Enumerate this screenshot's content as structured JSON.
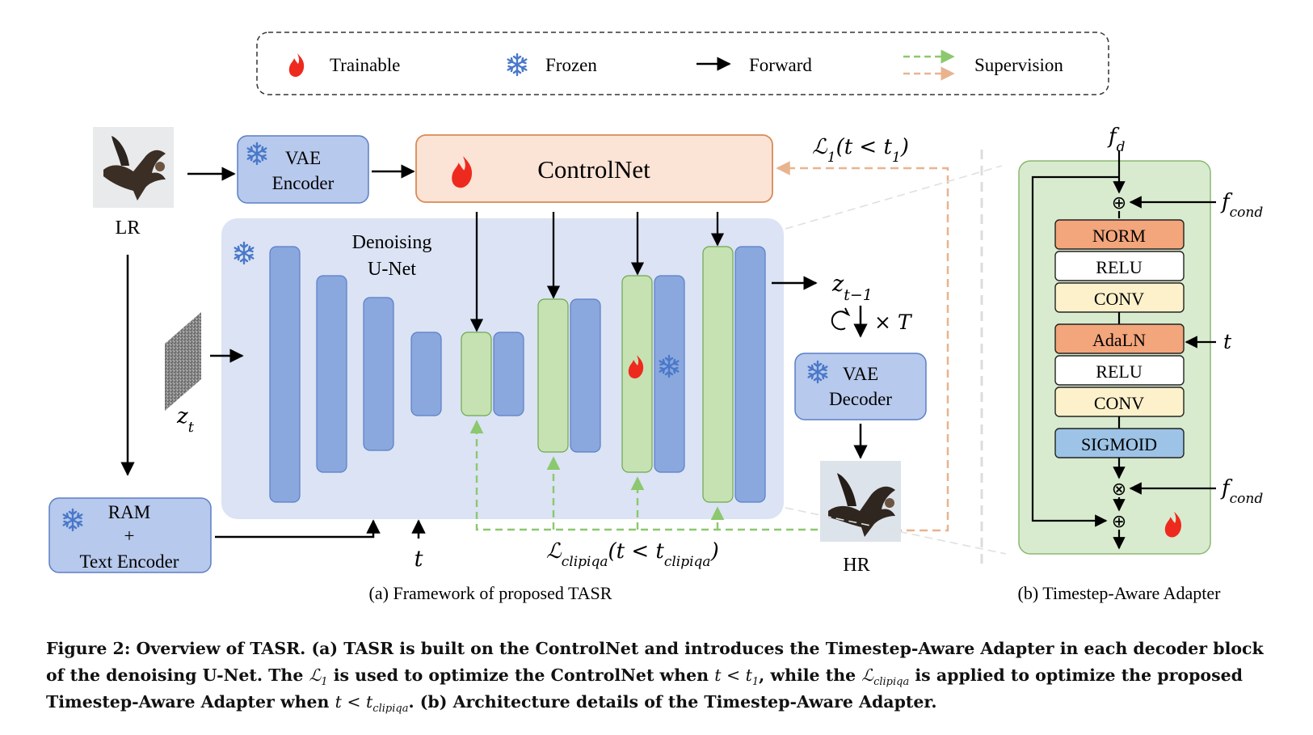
{
  "legend": {
    "trainable": "Trainable",
    "frozen": "Frozen",
    "forward": "Forward",
    "supervision": "Supervision"
  },
  "inputs": {
    "lr": "LR",
    "hr": "HR",
    "zt_base": "z",
    "zt_sub": "t",
    "t_symbol": "t",
    "z_prev_base": "z",
    "z_prev_sub": "t−1",
    "times_T": "× T"
  },
  "blocks": {
    "vae_encoder": [
      "VAE",
      "Encoder"
    ],
    "controlnet": "ControlNet",
    "unet": [
      "Denoising",
      "U-Net"
    ],
    "vae_decoder": [
      "VAE",
      "Decoder"
    ],
    "ram": [
      "RAM",
      "+",
      "Text Encoder"
    ]
  },
  "losses": {
    "l1": "ℒ",
    "l1_sub": "1",
    "l1_cond": "(t < t",
    "l1_cond_sub": "1",
    "l1_close": ")",
    "clip": "ℒ",
    "clip_sub": "clipiqa",
    "clip_cond": "(t < t",
    "clip_cond_sub": "clipiqa",
    "clip_close": ")"
  },
  "adapter": {
    "fd_base": "f",
    "fd_sub": "d",
    "fcond_base": "f",
    "fcond_sub": "cond",
    "t_symbol": "t",
    "layers": [
      "NORM",
      "RELU",
      "CONV",
      "AdaLN",
      "RELU",
      "CONV",
      "SIGMOID"
    ],
    "plus": "⊕",
    "times": "⊗"
  },
  "subcaptions": {
    "a": "(a) Framework of proposed TASR",
    "b": "(b) Timestep-Aware Adapter"
  },
  "caption": {
    "p1": "Figure 2: Overview of TASR. (a) TASR is built on the ControlNet and introduces the Timestep-Aware Adapter in each decoder block of the denoising U-Net. The ",
    "m1": "ℒ",
    "m1_sub": "1",
    "p2": " is used to optimize the ControlNet when ",
    "m2": "t < t",
    "m2_sub": "1",
    "p3": ", while the ",
    "m3": "ℒ",
    "m3_sub": "clipiqa",
    "p4": " is applied to optimize the proposed Timestep-Aware Adapter when ",
    "m4": "t < t",
    "m4_sub": "clipiqa",
    "p5": ". (b) Architecture details of the Timestep-Aware Adapter."
  },
  "colors": {
    "frozen_blue": "#8aa8de",
    "trainable_green": "#c6e2b3",
    "controlnet_fill": "#fbe3d6",
    "controlnet_stroke": "#d98a55",
    "unet_bg": "#dbe3f4",
    "adapter_bg": "#d8ebcf",
    "norm_orange": "#f3a57b",
    "conv_yellow": "#fdf1cc",
    "sigmoid_blue": "#9dc3e6",
    "fire": "#ee2a1e",
    "snow": "#4a78c9"
  }
}
